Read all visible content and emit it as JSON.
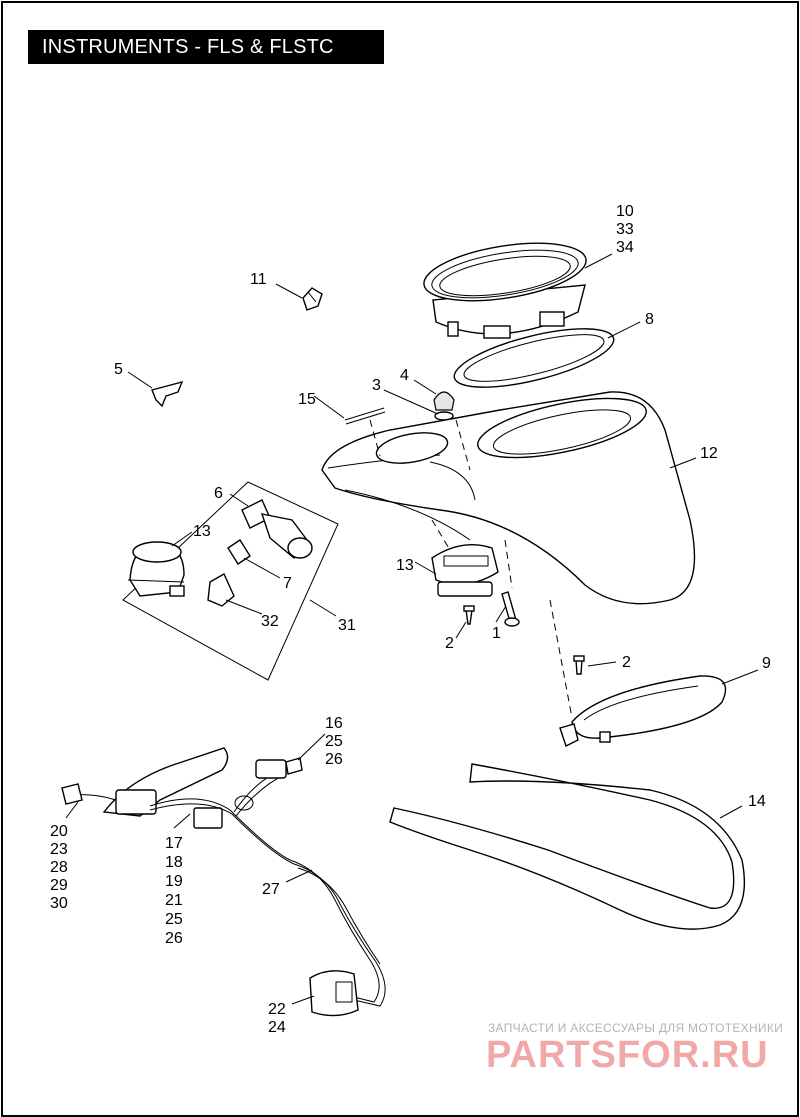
{
  "title": "INSTRUMENTS - FLS & FLSTC",
  "callouts": [
    {
      "id": "c10",
      "lines": [
        "10",
        "33",
        "34"
      ]
    },
    {
      "id": "c11",
      "lines": [
        "11"
      ]
    },
    {
      "id": "c8",
      "lines": [
        "8"
      ]
    },
    {
      "id": "c5",
      "lines": [
        "5"
      ]
    },
    {
      "id": "c3",
      "lines": [
        "3"
      ]
    },
    {
      "id": "c4",
      "lines": [
        "4"
      ]
    },
    {
      "id": "c15",
      "lines": [
        "15"
      ]
    },
    {
      "id": "c12",
      "lines": [
        "12"
      ]
    },
    {
      "id": "c6",
      "lines": [
        "6"
      ]
    },
    {
      "id": "c13a",
      "lines": [
        "13"
      ]
    },
    {
      "id": "c7",
      "lines": [
        "7"
      ]
    },
    {
      "id": "c32",
      "lines": [
        "32"
      ]
    },
    {
      "id": "c31",
      "lines": [
        "31"
      ]
    },
    {
      "id": "c13b",
      "lines": [
        "13"
      ]
    },
    {
      "id": "c2a",
      "lines": [
        "2"
      ]
    },
    {
      "id": "c1",
      "lines": [
        "1"
      ]
    },
    {
      "id": "c2b",
      "lines": [
        "2"
      ]
    },
    {
      "id": "c9",
      "lines": [
        "9"
      ]
    },
    {
      "id": "c16",
      "lines": [
        "16",
        "25",
        "26"
      ]
    },
    {
      "id": "c20",
      "lines": [
        "20",
        "23",
        "28",
        "29",
        "30"
      ]
    },
    {
      "id": "c17",
      "lines": [
        "17",
        "18",
        "19",
        "21",
        "25",
        "26"
      ]
    },
    {
      "id": "c14",
      "lines": [
        "14"
      ]
    },
    {
      "id": "c27",
      "lines": [
        "27"
      ]
    },
    {
      "id": "c22",
      "lines": [
        "22",
        "24"
      ]
    }
  ],
  "watermark": {
    "caption": "ЗАПЧАСТИ И АКСЕССУАРЫ ДЛЯ МОТОТЕХНИКИ",
    "logo": "PARTSFOR.RU",
    "color": "#f0a8a8"
  }
}
